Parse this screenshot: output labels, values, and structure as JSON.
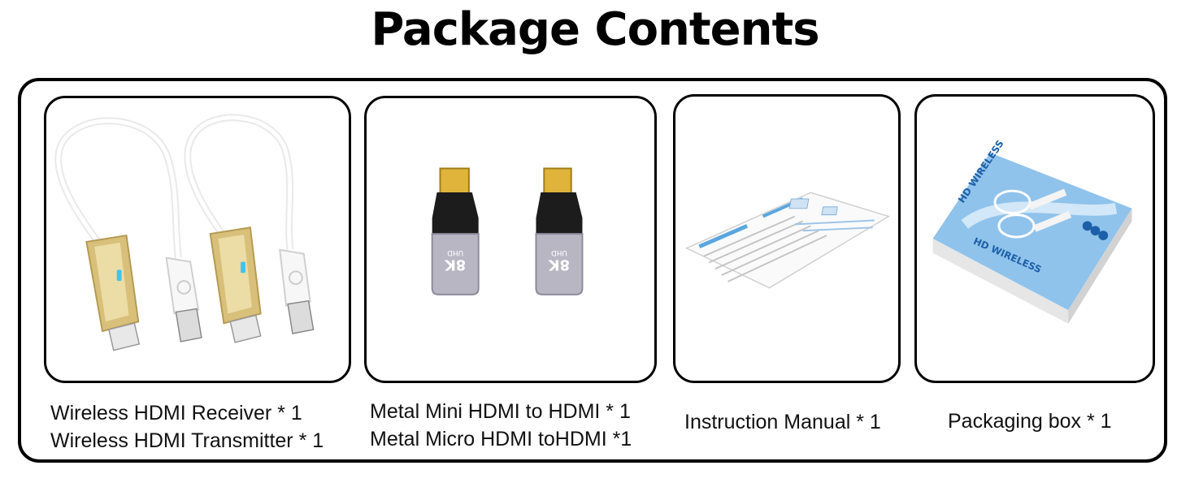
{
  "title": "Package Contents",
  "items": [
    {
      "image": "wireless-hdmi-transmitter-receiver-image",
      "lines": [
        "Wireless HDMI Receiver * 1",
        "Wireless HDMI Transmitter * 1"
      ]
    },
    {
      "image": "metal-hdmi-adapters-image",
      "lines": [
        "Metal Mini HDMI to HDMI * 1",
        "Metal Micro HDMI toHDMI *1"
      ],
      "adapter_label_1": "8K",
      "adapter_label_2": "UHD"
    },
    {
      "image": "instruction-manual-image",
      "lines": [
        "Instruction Manual * 1"
      ]
    },
    {
      "image": "packaging-box-image",
      "lines": [
        "Packaging box * 1"
      ],
      "box_text": "HD WIRELESS"
    }
  ],
  "colors": {
    "gold": "#d9c07a",
    "box_blue": "#8fc3ec",
    "adapter_gray": "#b9b6c4"
  }
}
